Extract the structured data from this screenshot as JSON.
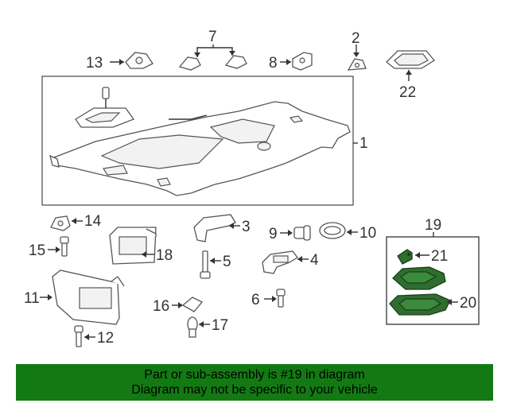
{
  "colors": {
    "banner_bg": "#137a13",
    "highlight_part": "#2f6e2f",
    "line": "#555555",
    "callout_text": "#333333"
  },
  "callouts": {
    "c1": "1",
    "c2": "2",
    "c3": "3",
    "c4": "4",
    "c5": "5",
    "c6": "6",
    "c7": "7",
    "c8": "8",
    "c9": "9",
    "c10": "10",
    "c11": "11",
    "c12": "12",
    "c13": "13",
    "c14": "14",
    "c15": "15",
    "c16": "16",
    "c17": "17",
    "c18": "18",
    "c19": "19",
    "c20": "20",
    "c21": "21",
    "c22": "22"
  },
  "banner": {
    "line1": "Part or sub-assembly is #19 in diagram",
    "line2": "Diagram may not be specific to your vehicle"
  }
}
